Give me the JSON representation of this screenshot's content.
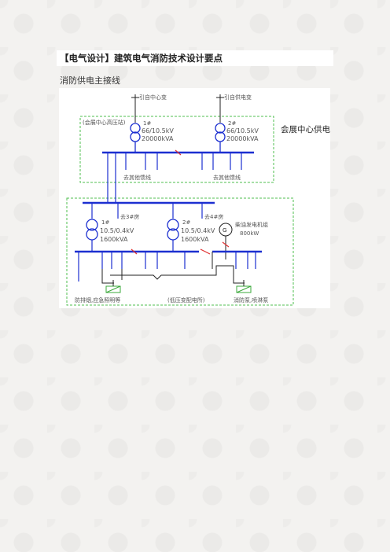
{
  "document": {
    "title": "【电气设计】建筑电气消防技术设计要点",
    "subtitle": "消防供电主接线"
  },
  "diagram": {
    "scheme_title": "会展中心供电方案",
    "sources": {
      "left": "引自中心变",
      "right": "引自供电变"
    },
    "upper_box_label": "(会展中心高压站)",
    "hv_transformers": [
      {
        "number": "1#",
        "voltage": "66/10.5kV",
        "capacity": "20000kVA"
      },
      {
        "number": "2#",
        "voltage": "66/10.5kV",
        "capacity": "20000kVA"
      }
    ],
    "hv_feeders": {
      "left": "去其他馈线",
      "right": "去其他馈线"
    },
    "lv_feeders": {
      "left": "去3#房",
      "right": "去4#房"
    },
    "lv_transformers": [
      {
        "number": "1#",
        "voltage": "10.5/0.4kV",
        "capacity": "1600kVA"
      },
      {
        "number": "2#",
        "voltage": "10.5/0.4kV",
        "capacity": "1600kVA"
      }
    ],
    "generator": {
      "label": "柴油发电机组",
      "capacity": "800kW"
    },
    "bottom_labels": {
      "left": "防排烟,应急照明等",
      "center": "(低压变配电所)",
      "right": "消防泵,喷淋泵"
    },
    "colors": {
      "bus": "#1c2fd0",
      "frame": "#4fbf4f",
      "breaker": "#e03030",
      "line": "#222222"
    }
  }
}
